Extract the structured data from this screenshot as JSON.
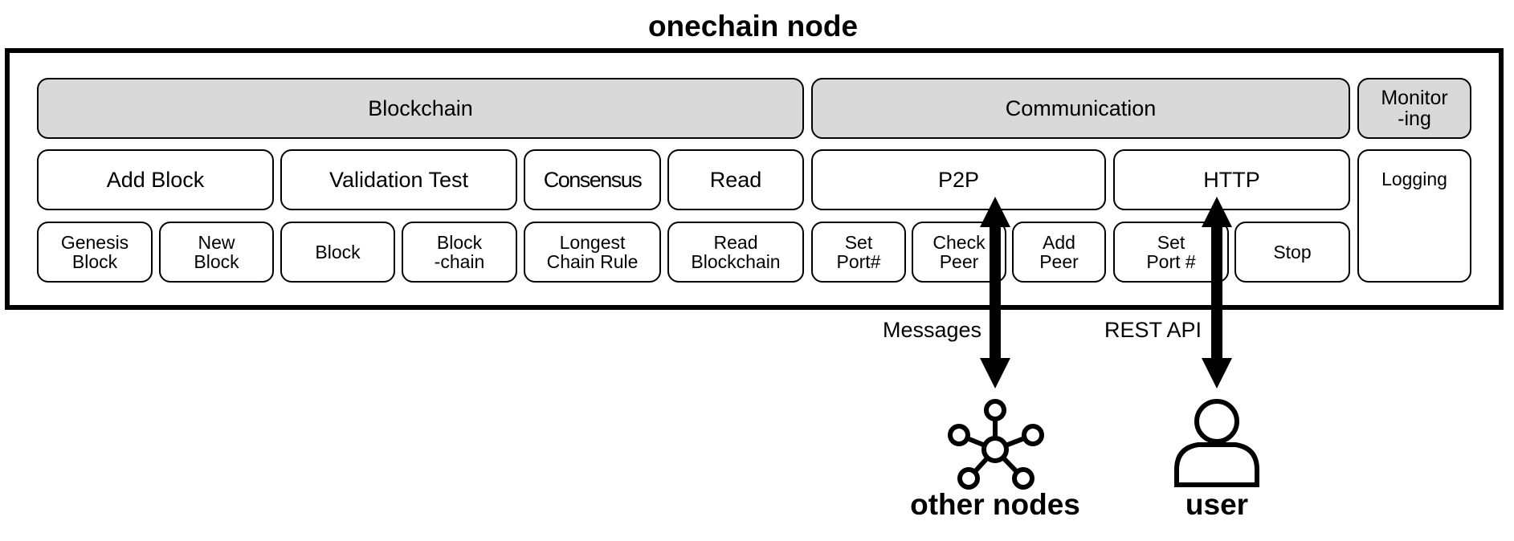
{
  "title": "onechain node",
  "headers": {
    "blockchain": "Blockchain",
    "communication": "Communication",
    "monitoring": "Monitor\n-ing"
  },
  "modules": {
    "add_block": "Add Block",
    "validation_test": "Validation Test",
    "consensus": "Consensus",
    "read": "Read",
    "p2p": "P2P",
    "http": "HTTP",
    "logging": "Logging"
  },
  "functions": {
    "genesis_block": "Genesis\nBlock",
    "new_block": "New\nBlock",
    "block": "Block",
    "block_chain": "Block\n-chain",
    "longest_chain_rule": "Longest\nChain Rule",
    "read_blockchain": "Read\nBlockchain",
    "set_port_p2p": "Set\nPort#",
    "check_peer": "Check\nPeer",
    "add_peer": "Add\nPeer",
    "set_port_http": "Set\nPort #",
    "stop": "Stop"
  },
  "connections": {
    "messages": "Messages",
    "rest_api": "REST API"
  },
  "actors": {
    "other_nodes": "other nodes",
    "user": "user"
  },
  "icons": {
    "network": "network-hub-icon",
    "user": "user-icon"
  }
}
